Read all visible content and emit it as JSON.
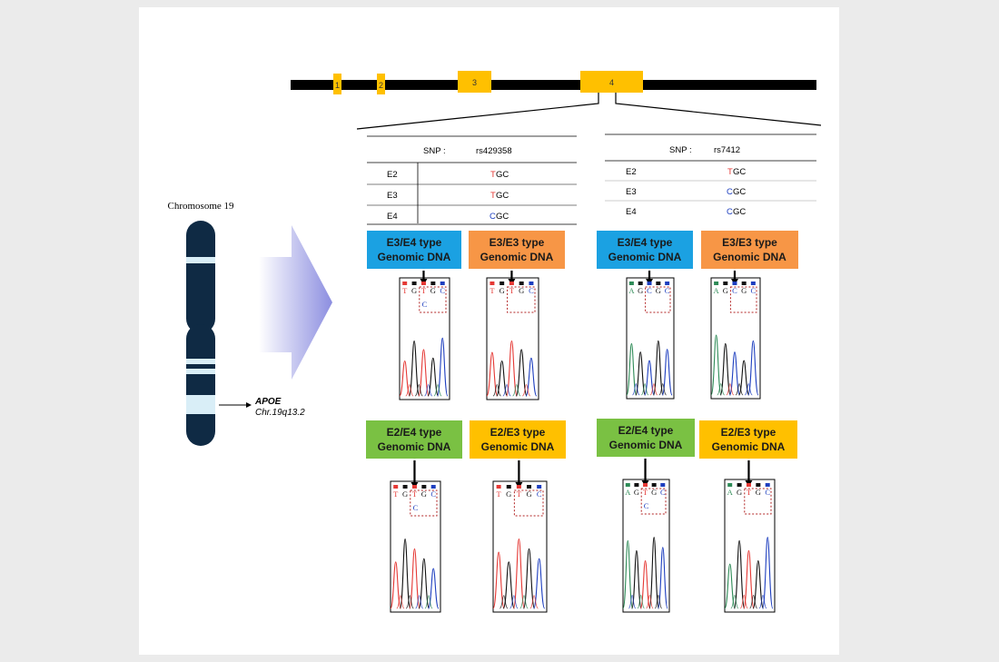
{
  "gene": {
    "exons": [
      {
        "label": "1"
      },
      {
        "label": "2"
      },
      {
        "label": "3"
      },
      {
        "label": "4"
      }
    ]
  },
  "chromosome": {
    "title": "Chromosome 19",
    "gene_name": "APOE",
    "locus": "Chr.19q13.2"
  },
  "tables": [
    {
      "snp_label": "SNP :",
      "snp_id": "rs429358",
      "rows": [
        {
          "allele": "E2",
          "codon_first": "T",
          "codon_rest": "GC"
        },
        {
          "allele": "E3",
          "codon_first": "T",
          "codon_rest": "GC"
        },
        {
          "allele": "E4",
          "codon_first": "C",
          "codon_rest": "GC"
        }
      ]
    },
    {
      "snp_label": "SNP :",
      "snp_id": "rs7412",
      "rows": [
        {
          "allele": "E2",
          "codon_first": "T",
          "codon_rest": "GC"
        },
        {
          "allele": "E3",
          "codon_first": "C",
          "codon_rest": "GC"
        },
        {
          "allele": "E4",
          "codon_first": "C",
          "codon_rest": "GC"
        }
      ]
    }
  ],
  "panels": [
    {
      "line1": "E3/E4 type",
      "line2": "Genomic DNA",
      "color": "#1ba1e2",
      "bases": "TGTGC",
      "alt": "C"
    },
    {
      "line1": "E3/E3 type",
      "line2": "Genomic DNA",
      "color": "#f79646",
      "bases": "TGTGC",
      "alt": ""
    },
    {
      "line1": "E3/E4 type",
      "line2": "Genomic DNA",
      "color": "#1ba1e2",
      "bases": "AGCGC",
      "alt": ""
    },
    {
      "line1": "E3/E3 type",
      "line2": "Genomic DNA",
      "color": "#f79646",
      "bases": "AGCGC",
      "alt": ""
    },
    {
      "line1": "E2/E4 type",
      "line2": "Genomic DNA",
      "color": "#7ac143",
      "bases": "TGTGC",
      "alt": "C"
    },
    {
      "line1": "E2/E3 type",
      "line2": "Genomic DNA",
      "color": "#ffc000",
      "bases": "TGTGC",
      "alt": ""
    },
    {
      "line1": "E2/E4 type",
      "line2": "Genomic DNA",
      "color": "#7ac143",
      "bases": "AGTGC",
      "alt": "C"
    },
    {
      "line1": "E2/E3 type",
      "line2": "Genomic DNA",
      "color": "#ffc000",
      "bases": "AGTGC",
      "alt": ""
    }
  ],
  "colors": {
    "chromosome": "#0f2a44",
    "band": "#d9eef7",
    "exon": "#ffc000",
    "base_T": "#e53935",
    "base_C": "#1e3fbf",
    "base_G": "#111111",
    "base_A": "#2e8b57"
  }
}
